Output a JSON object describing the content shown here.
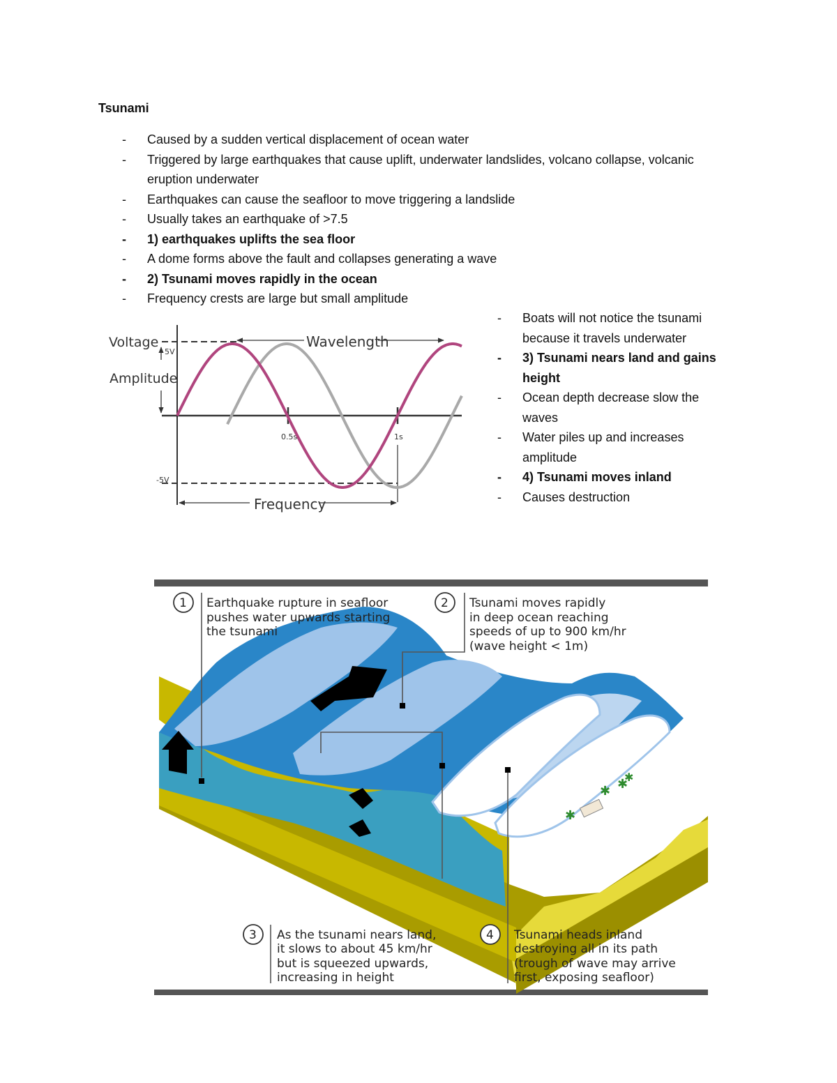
{
  "title": "Tsunami",
  "bullets_top": [
    {
      "text": "Caused by a sudden vertical displacement of ocean water",
      "bold": false
    },
    {
      "text": "Triggered by large earthquakes that cause uplift, underwater landslides, volcano collapse, volcanic eruption underwater",
      "bold": false
    },
    {
      "text": "Earthquakes can cause the seafloor to move triggering a landslide",
      "bold": false
    },
    {
      "text": "Usually takes an earthquake of >7.5",
      "bold": false
    },
    {
      "text": "1) earthquakes uplifts the sea floor",
      "bold": true
    },
    {
      "text": "A dome forms above the fault and collapses generating a wave",
      "bold": false
    },
    {
      "text": "2) Tsunami moves rapidly in the ocean",
      "bold": true
    },
    {
      "text": "Frequency crests are large but small amplitude",
      "bold": false
    }
  ],
  "bullets_side": [
    {
      "text": "Boats will not notice the tsunami because it travels underwater",
      "bold": false
    },
    {
      "text": "3) Tsunami nears land and gains height",
      "bold": true
    },
    {
      "text": "Ocean depth decrease slow the waves",
      "bold": false
    },
    {
      "text": "Water piles up and increases amplitude",
      "bold": false
    },
    {
      "text": "4) Tsunami moves inland",
      "bold": true
    },
    {
      "text": "Causes destruction",
      "bold": false
    }
  ],
  "wave_figure": {
    "voltage": "Voltage",
    "amplitude": "Amplitude",
    "wavelength": "Wavelength",
    "frequency": "Frequency",
    "plus5": "5V",
    "minus5": "-5V",
    "tick_half": "0.5s",
    "tick_one": "1s",
    "primary_color": "#b0457e",
    "secondary_color": "#a9a9a9"
  },
  "tsunami_diagram": {
    "step1_num": "1",
    "step1_lines": [
      "Earthquake rupture in seafloor",
      "pushes water upwards starting",
      "the tsunami"
    ],
    "step2_num": "2",
    "step2_lines": [
      "Tsunami moves rapidly",
      "in deep ocean reaching",
      "speeds of up to 900 km/hr",
      "(wave height < 1m)"
    ],
    "step3_num": "3",
    "step3_lines": [
      "As the tsunami nears land,",
      "it slows to about 45 km/hr",
      "but is squeezed upwards,",
      "increasing in height"
    ],
    "step4_num": "4",
    "step4_lines": [
      "Tsunami heads inland",
      "destroying all in its path",
      "(trough of wave may arrive",
      "first, exposing seafloor)"
    ],
    "colors": {
      "deep_water": "#1f87c7",
      "light_water": "#9fc4ea",
      "side_water": "#3a9fc0",
      "seafloor": "#c8b800",
      "seafloor_dark": "#8c8300",
      "land": "#e6da3a",
      "frame": "#555555"
    }
  }
}
